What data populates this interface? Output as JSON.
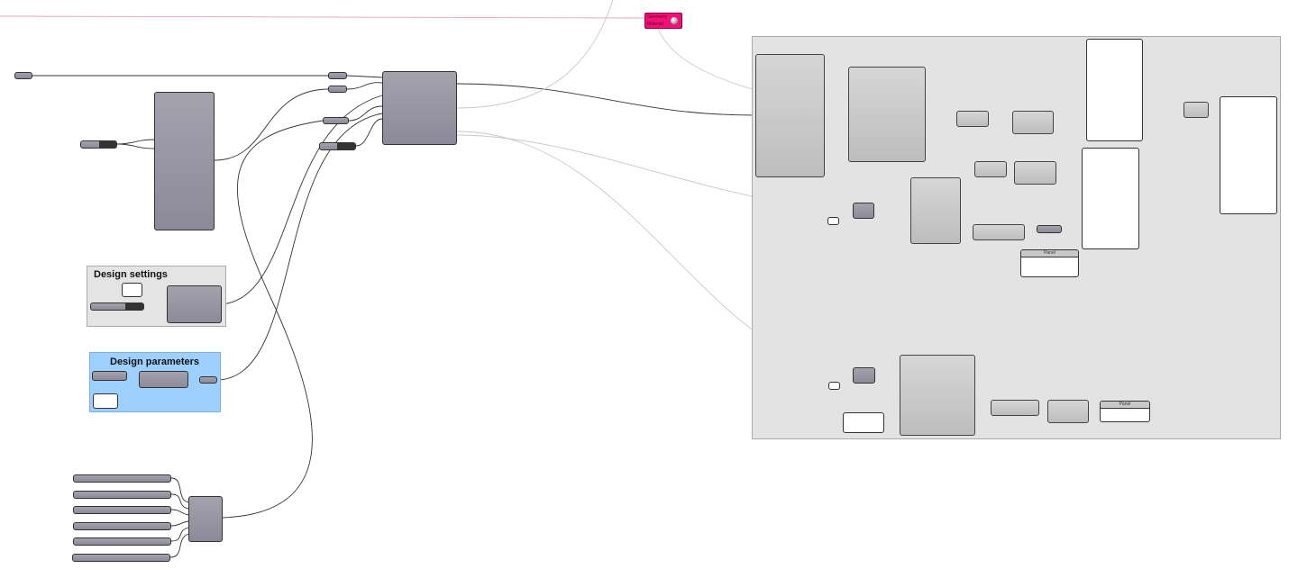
{
  "canvas": {
    "background": "#ffffff"
  },
  "groups": {
    "design_settings": {
      "title": "Design settings",
      "color": "#e4e4e4"
    },
    "design_parameters": {
      "title": "Design parameters",
      "color": "#9dcfff"
    },
    "main_cluster": {
      "color": "#e3e3e3"
    }
  },
  "custom_preview": {
    "input_1": "Geometry",
    "input_2": "Material",
    "icon": "preview-sphere-icon",
    "color": "#f0107a"
  },
  "panels": {
    "panel_1_title": "Panel",
    "panel_2_title": "Panel"
  }
}
